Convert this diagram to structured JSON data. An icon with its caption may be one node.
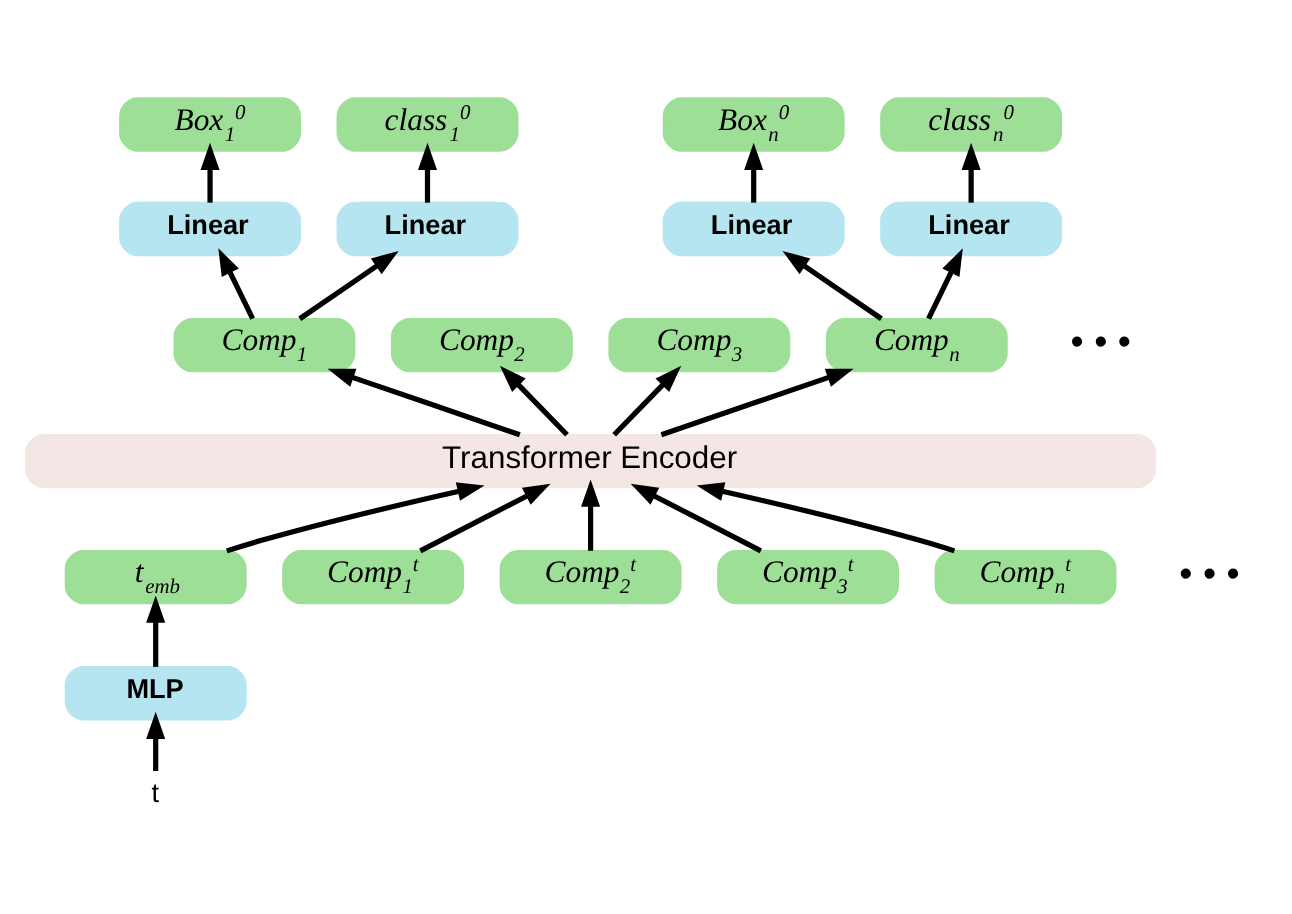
{
  "diagram": {
    "nodes": [
      {
        "text": [
          "Box$_{1}$$^{0}$"
        ]
      },
      {
        "text": [
          "class$_{1}$$^{0}$"
        ]
      },
      {
        "text": [
          "Box$_{n}$$^{0}$"
        ]
      },
      {
        "text": [
          "class$_{n}$$^{0}$"
        ]
      },
      {
        "text": [
          "Linear"
        ]
      },
      {
        "text": [
          "Linear"
        ]
      },
      {
        "text": [
          "Linear"
        ]
      },
      {
        "text": [
          "Linear"
        ]
      },
      {
        "text": [
          "Comp$_{1}$"
        ]
      },
      {
        "text": [
          "Comp$_{2}$"
        ]
      },
      {
        "text": [
          "Comp$_{3}$"
        ]
      },
      {
        "text": [
          "Comp$_{n}$"
        ]
      },
      {
        "text": [
          "Transformer Encoder"
        ]
      },
      {
        "text": [
          "t$_{emb}$"
        ]
      },
      {
        "text": [
          "Comp$_{1}$$^{t}$"
        ]
      },
      {
        "text": [
          "Comp$_{2}$$^{t}$"
        ]
      },
      {
        "text": [
          "Comp$_{3}$$^{t}$"
        ]
      },
      {
        "text": [
          "Comp$_{n}$$^{t}$"
        ]
      },
      {
        "text": [
          "MLP"
        ]
      },
      {
        "text": [
          "t"
        ]
      }
    ],
    "edges": [
      {
        "from": 19,
        "to": 18,
        "arrow": "to"
      },
      {
        "from": 18,
        "to": 13,
        "arrow": "to"
      },
      {
        "from": 13,
        "to": 12,
        "arrow": "to"
      },
      {
        "from": 14,
        "to": 12,
        "arrow": "to"
      },
      {
        "from": 15,
        "to": 12,
        "arrow": "to"
      },
      {
        "from": 16,
        "to": 12,
        "arrow": "to"
      },
      {
        "from": 17,
        "to": 12,
        "arrow": "to"
      },
      {
        "from": 12,
        "to": 8,
        "arrow": "to"
      },
      {
        "from": 12,
        "to": 9,
        "arrow": "to"
      },
      {
        "from": 12,
        "to": 10,
        "arrow": "to"
      },
      {
        "from": 12,
        "to": 11,
        "arrow": "to"
      },
      {
        "from": 8,
        "to": 4,
        "arrow": "to"
      },
      {
        "from": 8,
        "to": 5,
        "arrow": "to"
      },
      {
        "from": 11,
        "to": 6,
        "arrow": "to"
      },
      {
        "from": 11,
        "to": 7,
        "arrow": "to"
      },
      {
        "from": 4,
        "to": 0,
        "arrow": "to"
      },
      {
        "from": 5,
        "to": 1,
        "arrow": "to"
      },
      {
        "from": 6,
        "to": 2,
        "arrow": "to"
      },
      {
        "from": 7,
        "to": 3,
        "arrow": "to"
      }
    ],
    "labels": [
      "• • •",
      "• • •"
    ]
  }
}
